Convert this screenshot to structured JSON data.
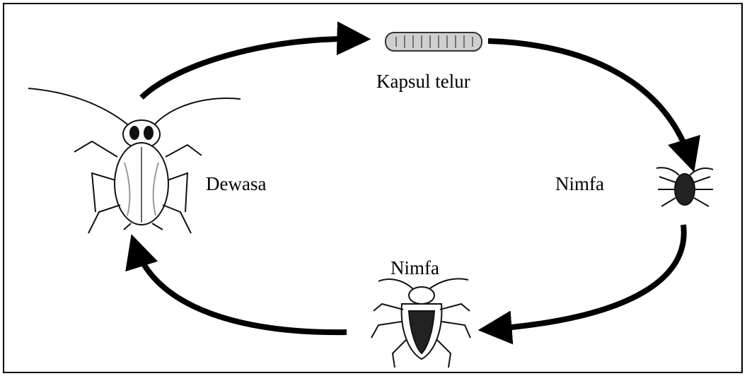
{
  "labels": {
    "egg_capsule": "Kapsul telur",
    "adult": "Dewasa",
    "nymph_small": "Nimfa",
    "nymph_large": "Nimfa"
  },
  "stages": [
    {
      "id": "egg_capsule",
      "icon": "egg-capsule-icon"
    },
    {
      "id": "nymph_small",
      "icon": "small-nymph-cockroach-icon"
    },
    {
      "id": "nymph_large",
      "icon": "large-nymph-cockroach-icon"
    },
    {
      "id": "adult",
      "icon": "adult-cockroach-icon"
    }
  ],
  "colors": {
    "ink": "#000000",
    "background": "#ffffff"
  }
}
